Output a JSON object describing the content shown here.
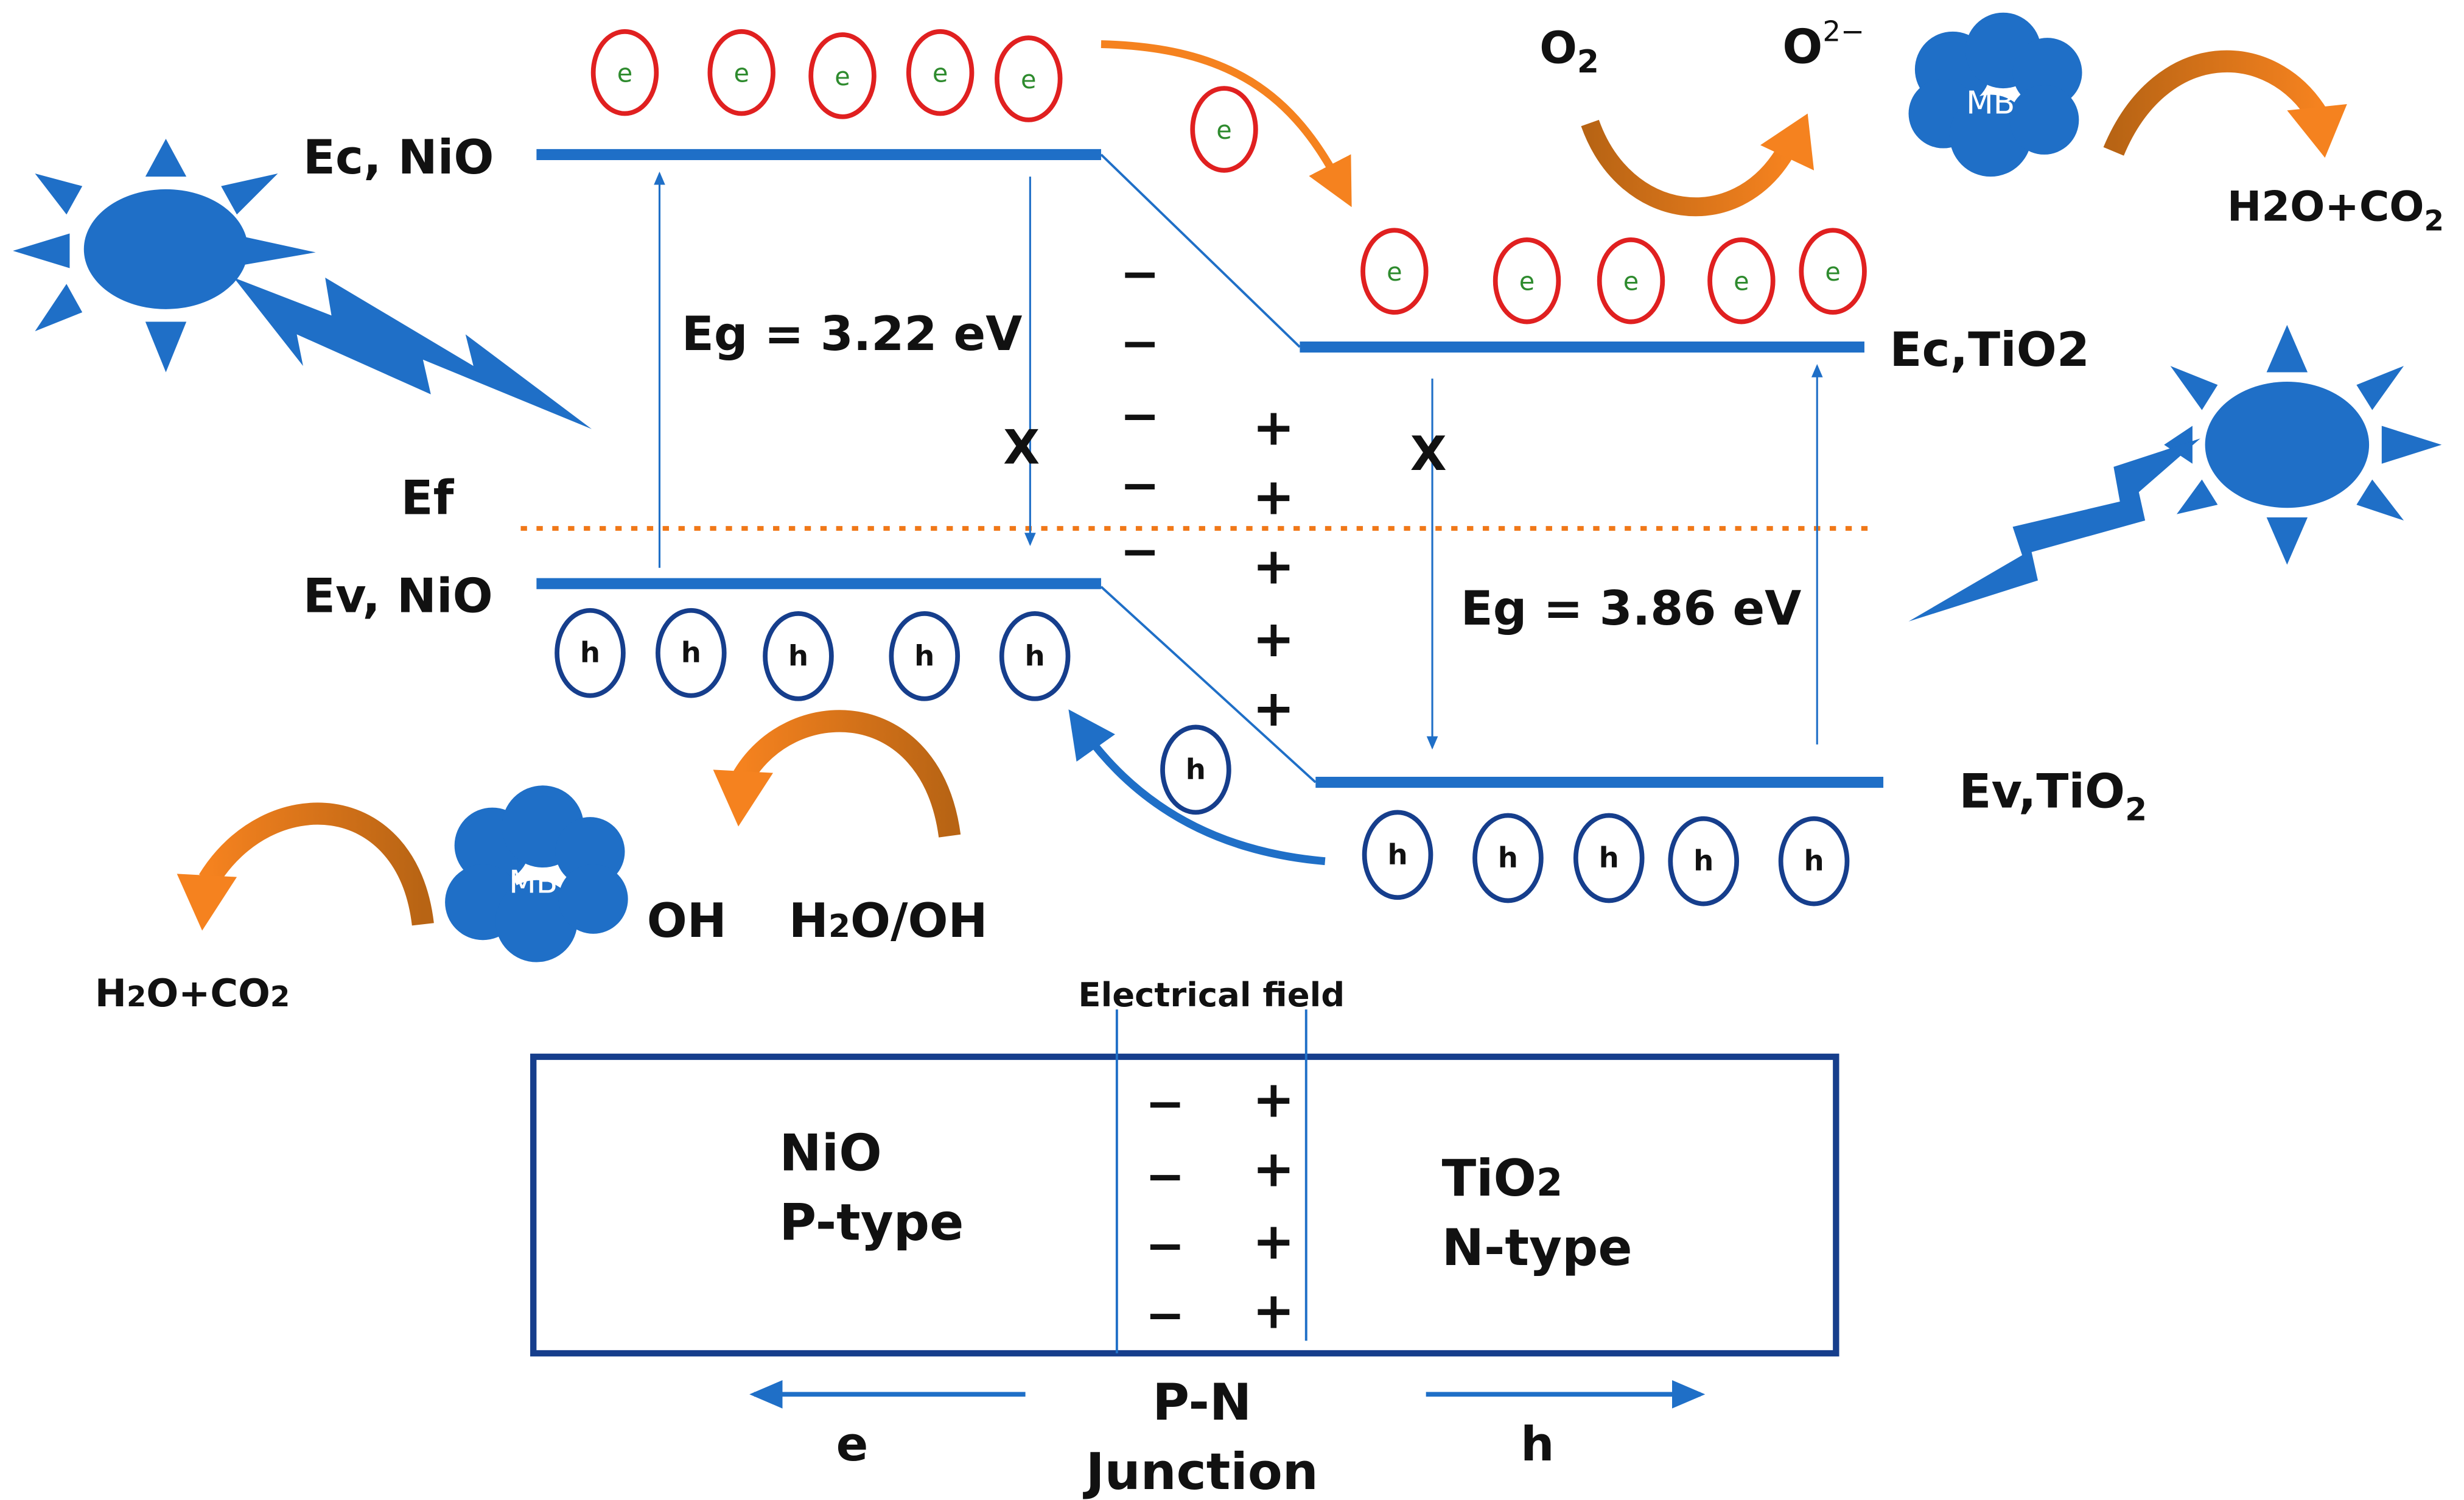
{
  "colors": {
    "band": "#1f6fc7",
    "electron": "#e02020",
    "electron_text": "#2e8b2e",
    "hole": "#163e8c",
    "fermi": "#f07818",
    "arrow_orange": "#f5821f",
    "arrow_orange_dark": "#b86414",
    "mb_blob": "#1f6fc7",
    "text": "#111111"
  },
  "icons": [
    "sun-icon",
    "lightning-bolt-icon",
    "curved-arrow-icon",
    "cloud-blob-icon"
  ],
  "labels": {
    "ec_nio": "Ec, NiO",
    "ev_nio": "Ev, NiO",
    "ef": "Ef",
    "ec_tio2": "Ec,TiO2",
    "ev_tio2_main": "Ev,TiO",
    "ev_tio2_sub": "2",
    "eg_nio": "Eg = 3.22 eV",
    "eg_tio2": "Eg = 3.86 eV",
    "cross": "X",
    "electron": "e",
    "hole": "h",
    "minus": "−",
    "plus": "+",
    "o2_main": "O",
    "o2_sub": "2",
    "o_radical_main": "O",
    "o_radical_sup": "2−",
    "mb": "MB",
    "h2o_co2_right_main": "H2O+CO",
    "h2o_co2_right_sub": "2",
    "h2o_co2_left_a": "H",
    "h2o_co2_left_b": "2",
    "h2o_co2_left_c": "O+CO",
    "h2o_co2_left_d": "2",
    "oh": "OH",
    "h2o_oh_a": "H",
    "h2o_oh_b": "2",
    "h2o_oh_c": "O/OH"
  },
  "junction": {
    "field_label": "Electrical field",
    "nio_name": "NiO",
    "nio_type": "P-type",
    "tio2_name_main": "TiO",
    "tio2_name_sub": "2",
    "tio2_type": "N-type",
    "pn_line1": "P-N",
    "pn_line2": "Junction",
    "e_dir": "e",
    "h_dir": "h"
  }
}
